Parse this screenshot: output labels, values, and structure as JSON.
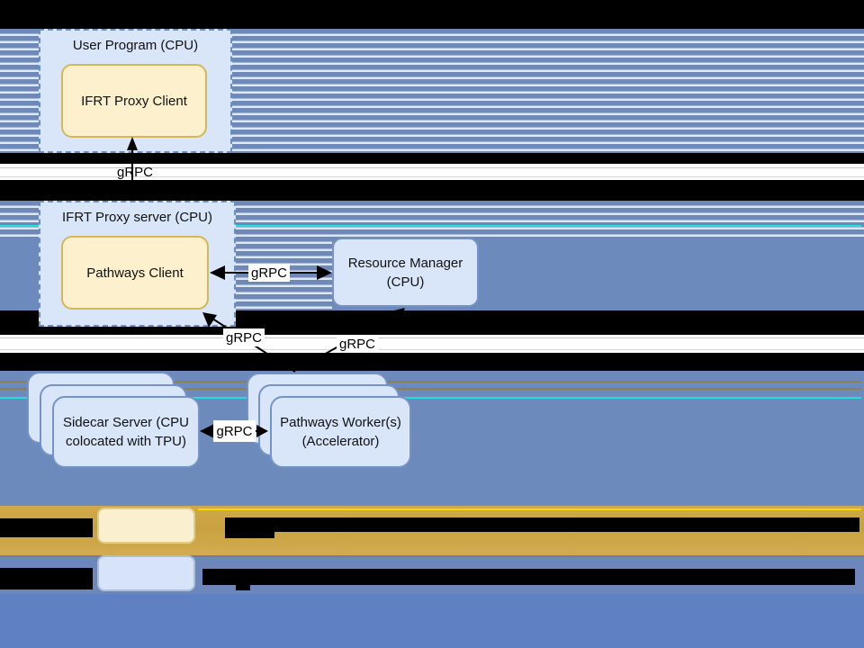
{
  "diagram": {
    "user_program": {
      "title": "User Program (CPU)"
    },
    "ifrt_proxy_client": {
      "label": "IFRT Proxy Client"
    },
    "ifrt_proxy_server": {
      "title": "IFRT Proxy server (CPU)"
    },
    "pathways_client": {
      "label": "Pathways Client"
    },
    "resource_manager": {
      "line1": "Resource Manager",
      "line2": "(CPU)"
    },
    "sidecar_server": {
      "line1": "Sidecar Server (CPU",
      "line2": "colocated with TPU)"
    },
    "pathways_workers": {
      "line1": "Pathways Worker(s)",
      "line2": "(Accelerator)"
    },
    "edges": {
      "proxy_client_server": {
        "label": "gRPC"
      },
      "client_resource_manager": {
        "label": "gRPC"
      },
      "client_workers": {
        "label": "gRPC"
      },
      "resource_manager_workers": {
        "label": "gRPC"
      },
      "sidecar_workers": {
        "label": "gRPC"
      }
    }
  },
  "palette": {
    "stripe_blue": "#6e88b8",
    "stripe_light": "#dde8f7",
    "solid_blue": "#6c8abc",
    "bottom_blue": "#5f80c2",
    "legend_gold_band": "#c9a23f",
    "gold_highlight_line": "#f5d90a",
    "container_fill": "#d9e6fa",
    "container_border": "#6c8ebf",
    "yellow_node_fill": "#fdf0cd",
    "yellow_node_border": "#d6b656",
    "card_fill": "#d9e5f8",
    "card_border": "#7693c7",
    "glitch_cyan": "#22dede",
    "glitch_olive": "#8a8053",
    "glitch_purple": "#7d73b0"
  }
}
